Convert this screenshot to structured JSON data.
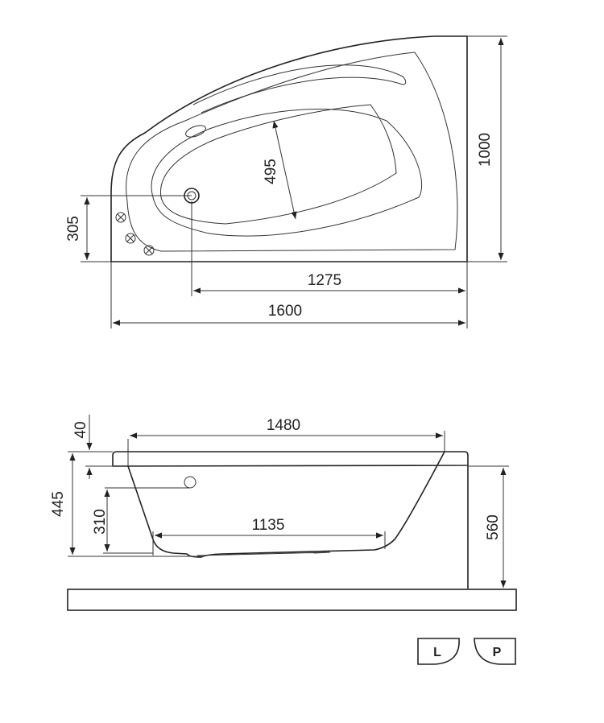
{
  "top_view": {
    "width_label": "1000",
    "drain_offset_label": "305",
    "basin_width_label": "495",
    "drain_length_label": "1275",
    "total_length_label": "1600"
  },
  "side_view": {
    "rim_length_label": "1480",
    "rim_thickness_label": "40",
    "depth_label": "445",
    "overflow_height_label": "310",
    "bottom_length_label": "1135",
    "total_height_label": "560"
  },
  "variants": {
    "left_label": "L",
    "right_label": "P"
  }
}
